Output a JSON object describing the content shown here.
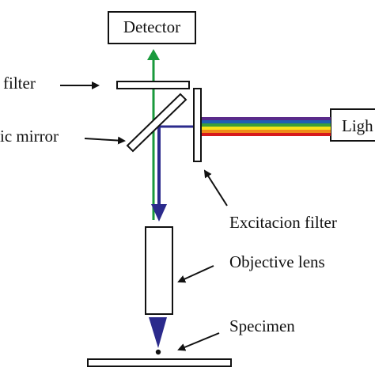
{
  "labels": {
    "detector": "Detector",
    "light_source": "Ligh",
    "emission_filter": "filter",
    "dichroic_mirror": "ic mirror",
    "excitation_filter": "Excitacion filter",
    "objective_lens": "Objective lens",
    "specimen": "Specimen"
  },
  "colors": {
    "emission_beam": "#1a9a3c",
    "excitation_beam": "#2b2a8c",
    "component_stroke": "#111111",
    "spectrum": [
      "#d7191c",
      "#f08a18",
      "#f6e21a",
      "#3a9e3a",
      "#1f5fb4",
      "#5a2a8a"
    ]
  }
}
